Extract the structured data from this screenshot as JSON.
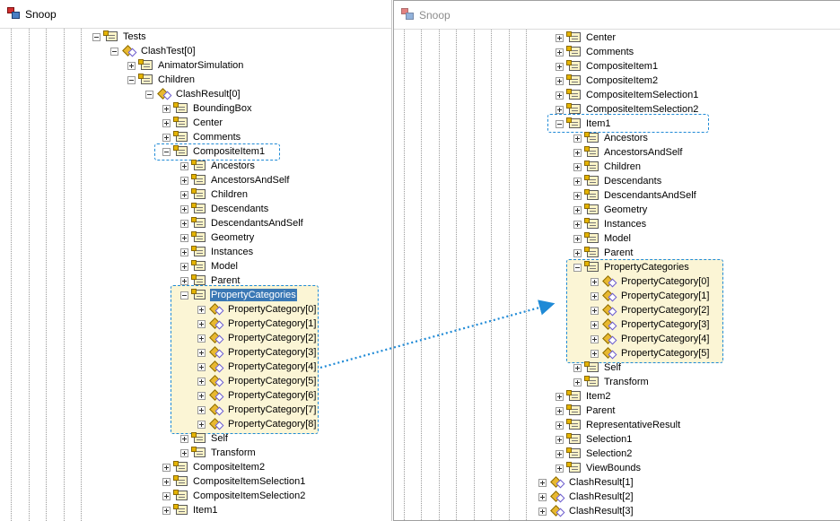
{
  "left_window": {
    "title": "Snoop",
    "rows": [
      {
        "label": "Tests",
        "level": 5,
        "type": "prop",
        "exp": "minus"
      },
      {
        "label": "ClashTest[0]",
        "level": 6,
        "type": "obj",
        "exp": "minus"
      },
      {
        "label": "AnimatorSimulation",
        "level": 7,
        "type": "prop",
        "exp": "plus"
      },
      {
        "label": "Children",
        "level": 7,
        "type": "prop",
        "exp": "minus"
      },
      {
        "label": "ClashResult[0]",
        "level": 8,
        "type": "obj",
        "exp": "minus"
      },
      {
        "label": "BoundingBox",
        "level": 9,
        "type": "prop",
        "exp": "plus"
      },
      {
        "label": "Center",
        "level": 9,
        "type": "prop",
        "exp": "plus"
      },
      {
        "label": "Comments",
        "level": 9,
        "type": "prop",
        "exp": "plus"
      },
      {
        "label": "CompositeItem1",
        "level": 9,
        "type": "prop",
        "exp": "minus"
      },
      {
        "label": "Ancestors",
        "level": 10,
        "type": "prop",
        "exp": "plus"
      },
      {
        "label": "AncestorsAndSelf",
        "level": 10,
        "type": "prop",
        "exp": "plus"
      },
      {
        "label": "Children",
        "level": 10,
        "type": "prop",
        "exp": "plus"
      },
      {
        "label": "Descendants",
        "level": 10,
        "type": "prop",
        "exp": "plus"
      },
      {
        "label": "DescendantsAndSelf",
        "level": 10,
        "type": "prop",
        "exp": "plus"
      },
      {
        "label": "Geometry",
        "level": 10,
        "type": "prop",
        "exp": "plus"
      },
      {
        "label": "Instances",
        "level": 10,
        "type": "prop",
        "exp": "plus"
      },
      {
        "label": "Model",
        "level": 10,
        "type": "prop",
        "exp": "plus"
      },
      {
        "label": "Parent",
        "level": 10,
        "type": "prop",
        "exp": "plus"
      },
      {
        "label": "PropertyCategories",
        "level": 10,
        "type": "prop",
        "exp": "minus",
        "selected": true
      },
      {
        "label": "PropertyCategory[0]",
        "level": 11,
        "type": "obj",
        "exp": "plus"
      },
      {
        "label": "PropertyCategory[1]",
        "level": 11,
        "type": "obj",
        "exp": "plus"
      },
      {
        "label": "PropertyCategory[2]",
        "level": 11,
        "type": "obj",
        "exp": "plus"
      },
      {
        "label": "PropertyCategory[3]",
        "level": 11,
        "type": "obj",
        "exp": "plus"
      },
      {
        "label": "PropertyCategory[4]",
        "level": 11,
        "type": "obj",
        "exp": "plus"
      },
      {
        "label": "PropertyCategory[5]",
        "level": 11,
        "type": "obj",
        "exp": "plus"
      },
      {
        "label": "PropertyCategory[6]",
        "level": 11,
        "type": "obj",
        "exp": "plus"
      },
      {
        "label": "PropertyCategory[7]",
        "level": 11,
        "type": "obj",
        "exp": "plus"
      },
      {
        "label": "PropertyCategory[8]",
        "level": 11,
        "type": "obj",
        "exp": "plus"
      },
      {
        "label": "Self",
        "level": 10,
        "type": "prop",
        "exp": "plus"
      },
      {
        "label": "Transform",
        "level": 10,
        "type": "prop",
        "exp": "plus"
      },
      {
        "label": "CompositeItem2",
        "level": 9,
        "type": "prop",
        "exp": "plus"
      },
      {
        "label": "CompositeItemSelection1",
        "level": 9,
        "type": "prop",
        "exp": "plus"
      },
      {
        "label": "CompositeItemSelection2",
        "level": 9,
        "type": "prop",
        "exp": "plus"
      },
      {
        "label": "Item1",
        "level": 9,
        "type": "prop",
        "exp": "plus"
      }
    ]
  },
  "right_window": {
    "title": "Snoop",
    "rows": [
      {
        "label": "Center",
        "level": 9,
        "type": "prop",
        "exp": "plus"
      },
      {
        "label": "Comments",
        "level": 9,
        "type": "prop",
        "exp": "plus"
      },
      {
        "label": "CompositeItem1",
        "level": 9,
        "type": "prop",
        "exp": "plus"
      },
      {
        "label": "CompositeItem2",
        "level": 9,
        "type": "prop",
        "exp": "plus"
      },
      {
        "label": "CompositeItemSelection1",
        "level": 9,
        "type": "prop",
        "exp": "plus"
      },
      {
        "label": "CompositeItemSelection2",
        "level": 9,
        "type": "prop",
        "exp": "plus"
      },
      {
        "label": "Item1",
        "level": 9,
        "type": "prop",
        "exp": "minus"
      },
      {
        "label": "Ancestors",
        "level": 10,
        "type": "prop",
        "exp": "plus"
      },
      {
        "label": "AncestorsAndSelf",
        "level": 10,
        "type": "prop",
        "exp": "plus"
      },
      {
        "label": "Children",
        "level": 10,
        "type": "prop",
        "exp": "plus"
      },
      {
        "label": "Descendants",
        "level": 10,
        "type": "prop",
        "exp": "plus"
      },
      {
        "label": "DescendantsAndSelf",
        "level": 10,
        "type": "prop",
        "exp": "plus"
      },
      {
        "label": "Geometry",
        "level": 10,
        "type": "prop",
        "exp": "plus"
      },
      {
        "label": "Instances",
        "level": 10,
        "type": "prop",
        "exp": "plus"
      },
      {
        "label": "Model",
        "level": 10,
        "type": "prop",
        "exp": "plus"
      },
      {
        "label": "Parent",
        "level": 10,
        "type": "prop",
        "exp": "plus"
      },
      {
        "label": "PropertyCategories",
        "level": 10,
        "type": "prop",
        "exp": "minus"
      },
      {
        "label": "PropertyCategory[0]",
        "level": 11,
        "type": "obj",
        "exp": "plus"
      },
      {
        "label": "PropertyCategory[1]",
        "level": 11,
        "type": "obj",
        "exp": "plus"
      },
      {
        "label": "PropertyCategory[2]",
        "level": 11,
        "type": "obj",
        "exp": "plus"
      },
      {
        "label": "PropertyCategory[3]",
        "level": 11,
        "type": "obj",
        "exp": "plus"
      },
      {
        "label": "PropertyCategory[4]",
        "level": 11,
        "type": "obj",
        "exp": "plus"
      },
      {
        "label": "PropertyCategory[5]",
        "level": 11,
        "type": "obj",
        "exp": "plus"
      },
      {
        "label": "Self",
        "level": 10,
        "type": "prop",
        "exp": "plus"
      },
      {
        "label": "Transform",
        "level": 10,
        "type": "prop",
        "exp": "plus"
      },
      {
        "label": "Item2",
        "level": 9,
        "type": "prop",
        "exp": "plus"
      },
      {
        "label": "Parent",
        "level": 9,
        "type": "prop",
        "exp": "plus"
      },
      {
        "label": "RepresentativeResult",
        "level": 9,
        "type": "prop",
        "exp": "plus"
      },
      {
        "label": "Selection1",
        "level": 9,
        "type": "prop",
        "exp": "plus"
      },
      {
        "label": "Selection2",
        "level": 9,
        "type": "prop",
        "exp": "plus"
      },
      {
        "label": "ViewBounds",
        "level": 9,
        "type": "prop",
        "exp": "plus"
      },
      {
        "label": "ClashResult[1]",
        "level": 8,
        "type": "obj",
        "exp": "plus"
      },
      {
        "label": "ClashResult[2]",
        "level": 8,
        "type": "obj",
        "exp": "plus"
      },
      {
        "label": "ClashResult[3]",
        "level": 8,
        "type": "obj",
        "exp": "plus"
      }
    ]
  },
  "annotation_color": "#1f8ad6",
  "highlight_fill": "#fbf5d5",
  "selection_color": "#3a78b5"
}
